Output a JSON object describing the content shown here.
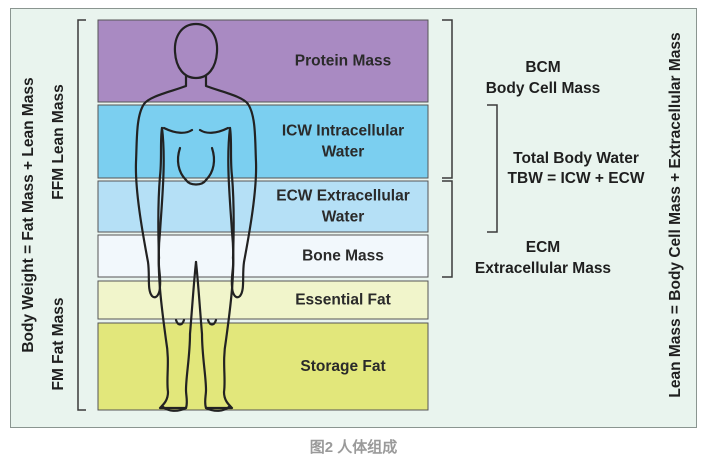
{
  "bands": [
    {
      "id": "protein",
      "lines": [
        "Protein Mass"
      ],
      "color": "#a98ac2"
    },
    {
      "id": "icw",
      "lines": [
        "ICW Intracellular",
        "Water"
      ],
      "color": "#7bcff0"
    },
    {
      "id": "ecw",
      "lines": [
        "ECW Extracellular",
        "Water"
      ],
      "color": "#b5e0f6"
    },
    {
      "id": "bone",
      "lines": [
        "Bone Mass"
      ],
      "color": "#f2f8fc"
    },
    {
      "id": "essential-fat",
      "lines": [
        "Essential Fat"
      ],
      "color": "#f1f5cb"
    },
    {
      "id": "storage-fat",
      "lines": [
        "Storage Fat"
      ],
      "color": "#e2e77b"
    }
  ],
  "left_labels": {
    "outer": "Body Weight = Fat Mass + Lean Mass",
    "ffm": "FFM Lean Mass",
    "fm": "FM Fat Mass"
  },
  "right_labels": {
    "bcm": [
      "BCM",
      "Body Cell Mass"
    ],
    "tbw": [
      "Total Body Water",
      "TBW = ICW + ECW"
    ],
    "ecm": [
      "ECM",
      "Extracellular Mass"
    ],
    "lean": "Lean Mass = Body Cell Mass + Extracellular Mass"
  },
  "caption": "图2 人体组成",
  "colors": {
    "panel_bg": "#e9f4ee",
    "border": "#8a9590",
    "outline": "#222222"
  }
}
